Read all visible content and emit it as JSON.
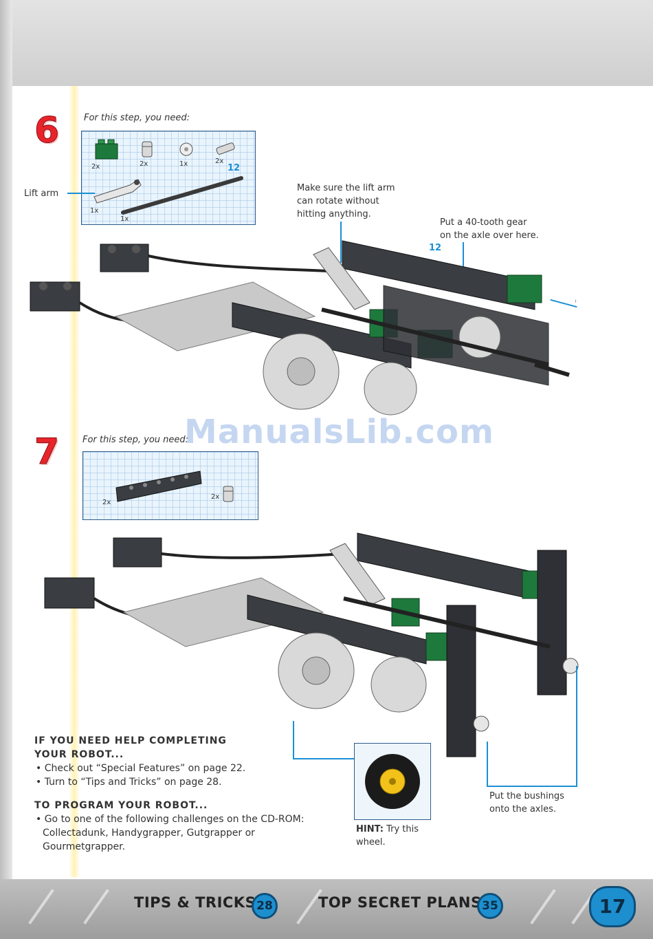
{
  "step6": {
    "number": "6",
    "need": "For this step, you need:",
    "parts": [
      {
        "qty": "2x",
        "name": "green-brick"
      },
      {
        "qty": "2x",
        "name": "bushing"
      },
      {
        "qty": "1x",
        "name": "small-gear"
      },
      {
        "qty": "2x",
        "name": "connector-peg"
      }
    ],
    "liftarm_label": "Lift arm",
    "liftarm_qty": "1x",
    "axle_qty": "1x",
    "axle_length": "12",
    "note_liftarm": [
      "Make sure the lift arm",
      "can rotate without",
      "hitting anything."
    ],
    "note_gear": [
      "Put a 40-tooth gear",
      "on the axle over here."
    ],
    "axle_label": "12"
  },
  "step7": {
    "number": "7",
    "need": "For this step, you need:",
    "parts": [
      {
        "qty": "2x",
        "name": "black-beam"
      },
      {
        "qty": "2x",
        "name": "bushing"
      }
    ]
  },
  "watermark": "ManualsLib.com",
  "help": {
    "heading1": "IF YOU NEED HELP COMPLETING",
    "heading2": "YOUR ROBOT...",
    "items": [
      "• Check out “Special Features” on page 22.",
      "• Turn to “Tips and Tricks” on page 28."
    ],
    "program_heading": "TO PROGRAM YOUR ROBOT...",
    "program_lines": [
      "• Go to one of the following challenges on the CD-ROM:",
      "Collectadunk, Handygrapper, Gutgrapper or",
      "Gourmetgrapper."
    ]
  },
  "hint": {
    "label": "HINT:",
    "line1": "Try this",
    "line2": "wheel."
  },
  "bushing_note": [
    "Put the bushings",
    "onto the axles."
  ],
  "footer": {
    "tips": "TIPS & TRICKS",
    "tips_page": "28",
    "plans": "TOP SECRET PLANS",
    "plans_page": "35",
    "page": "17"
  },
  "colors": {
    "step_red": "#e8242b",
    "accent_blue": "#1a8fd6",
    "brick_green": "#1e7a3c",
    "brick_dark": "#3a3d42"
  }
}
